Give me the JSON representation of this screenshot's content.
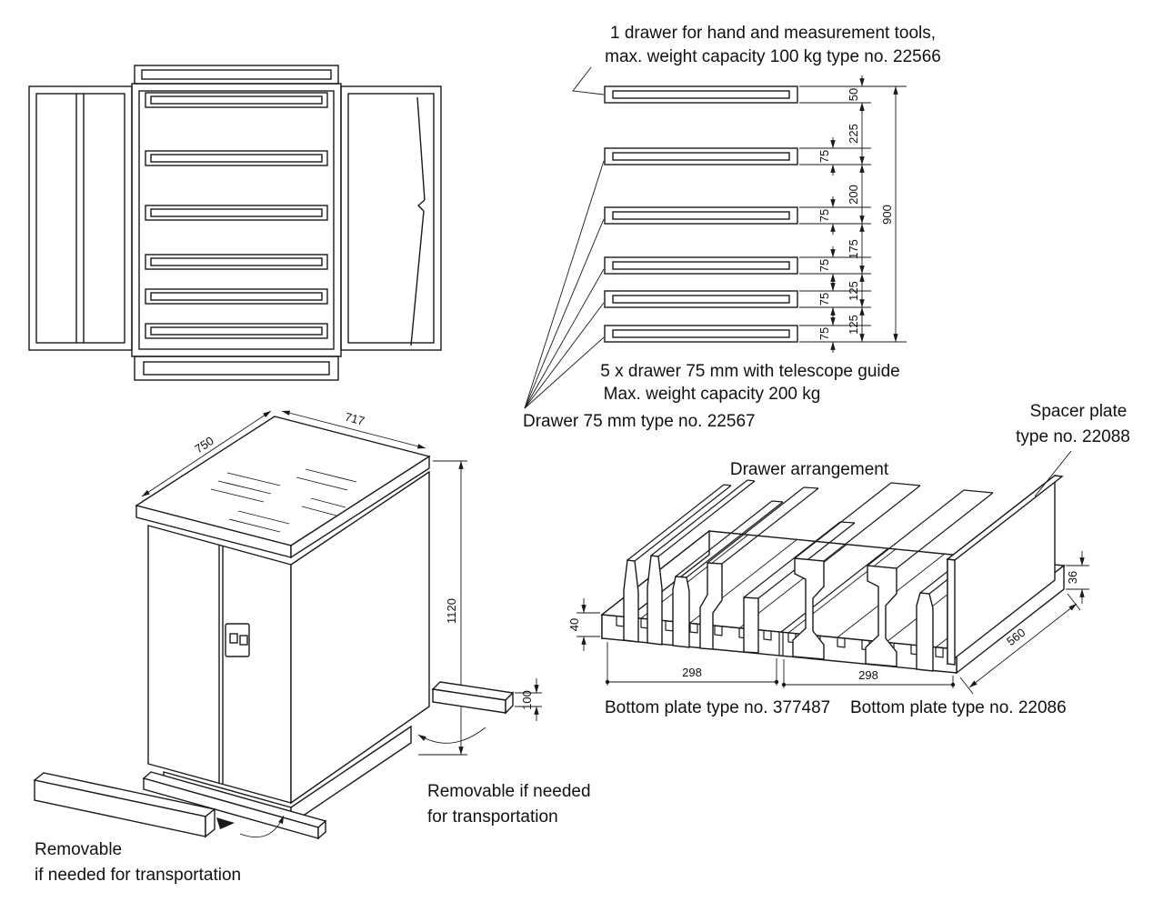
{
  "colors": {
    "line": "#1a1a1a",
    "text": "#111111",
    "background": "#ffffff"
  },
  "labels": {
    "top_drawer_1": "1 drawer for hand and measurement tools,",
    "top_drawer_2": "max. weight capacity 100 kg  type no. 22566",
    "five_drawer_1": "5 x drawer 75 mm with telescope guide",
    "five_drawer_2": "Max. weight capacity 200 kg",
    "drawer75": "Drawer 75 mm  type no. 22567",
    "arrangement_title": "Drawer arrangement",
    "spacer_1": "Spacer plate",
    "spacer_2": "type no. 22088",
    "bottom_left": "Bottom plate type no. 377487",
    "bottom_right": "Bottom plate type no. 22086",
    "removable_a1": "Removable",
    "removable_a2": "if needed for transportation",
    "removable_b1": "Removable if needed",
    "removable_b2": "for transportation"
  },
  "dims": {
    "d50": "50",
    "d225": "225",
    "d200": "200",
    "d175": "175",
    "d125a": "125",
    "d125b": "125",
    "d75_1": "75",
    "d75_2": "75",
    "d75_3": "75",
    "d75_4": "75",
    "d75_5": "75",
    "d900": "900",
    "d750": "750",
    "d717": "717",
    "d1120": "1120",
    "d100": "100",
    "d40": "40",
    "d298a": "298",
    "d298b": "298",
    "d560": "560",
    "d36": "36"
  }
}
